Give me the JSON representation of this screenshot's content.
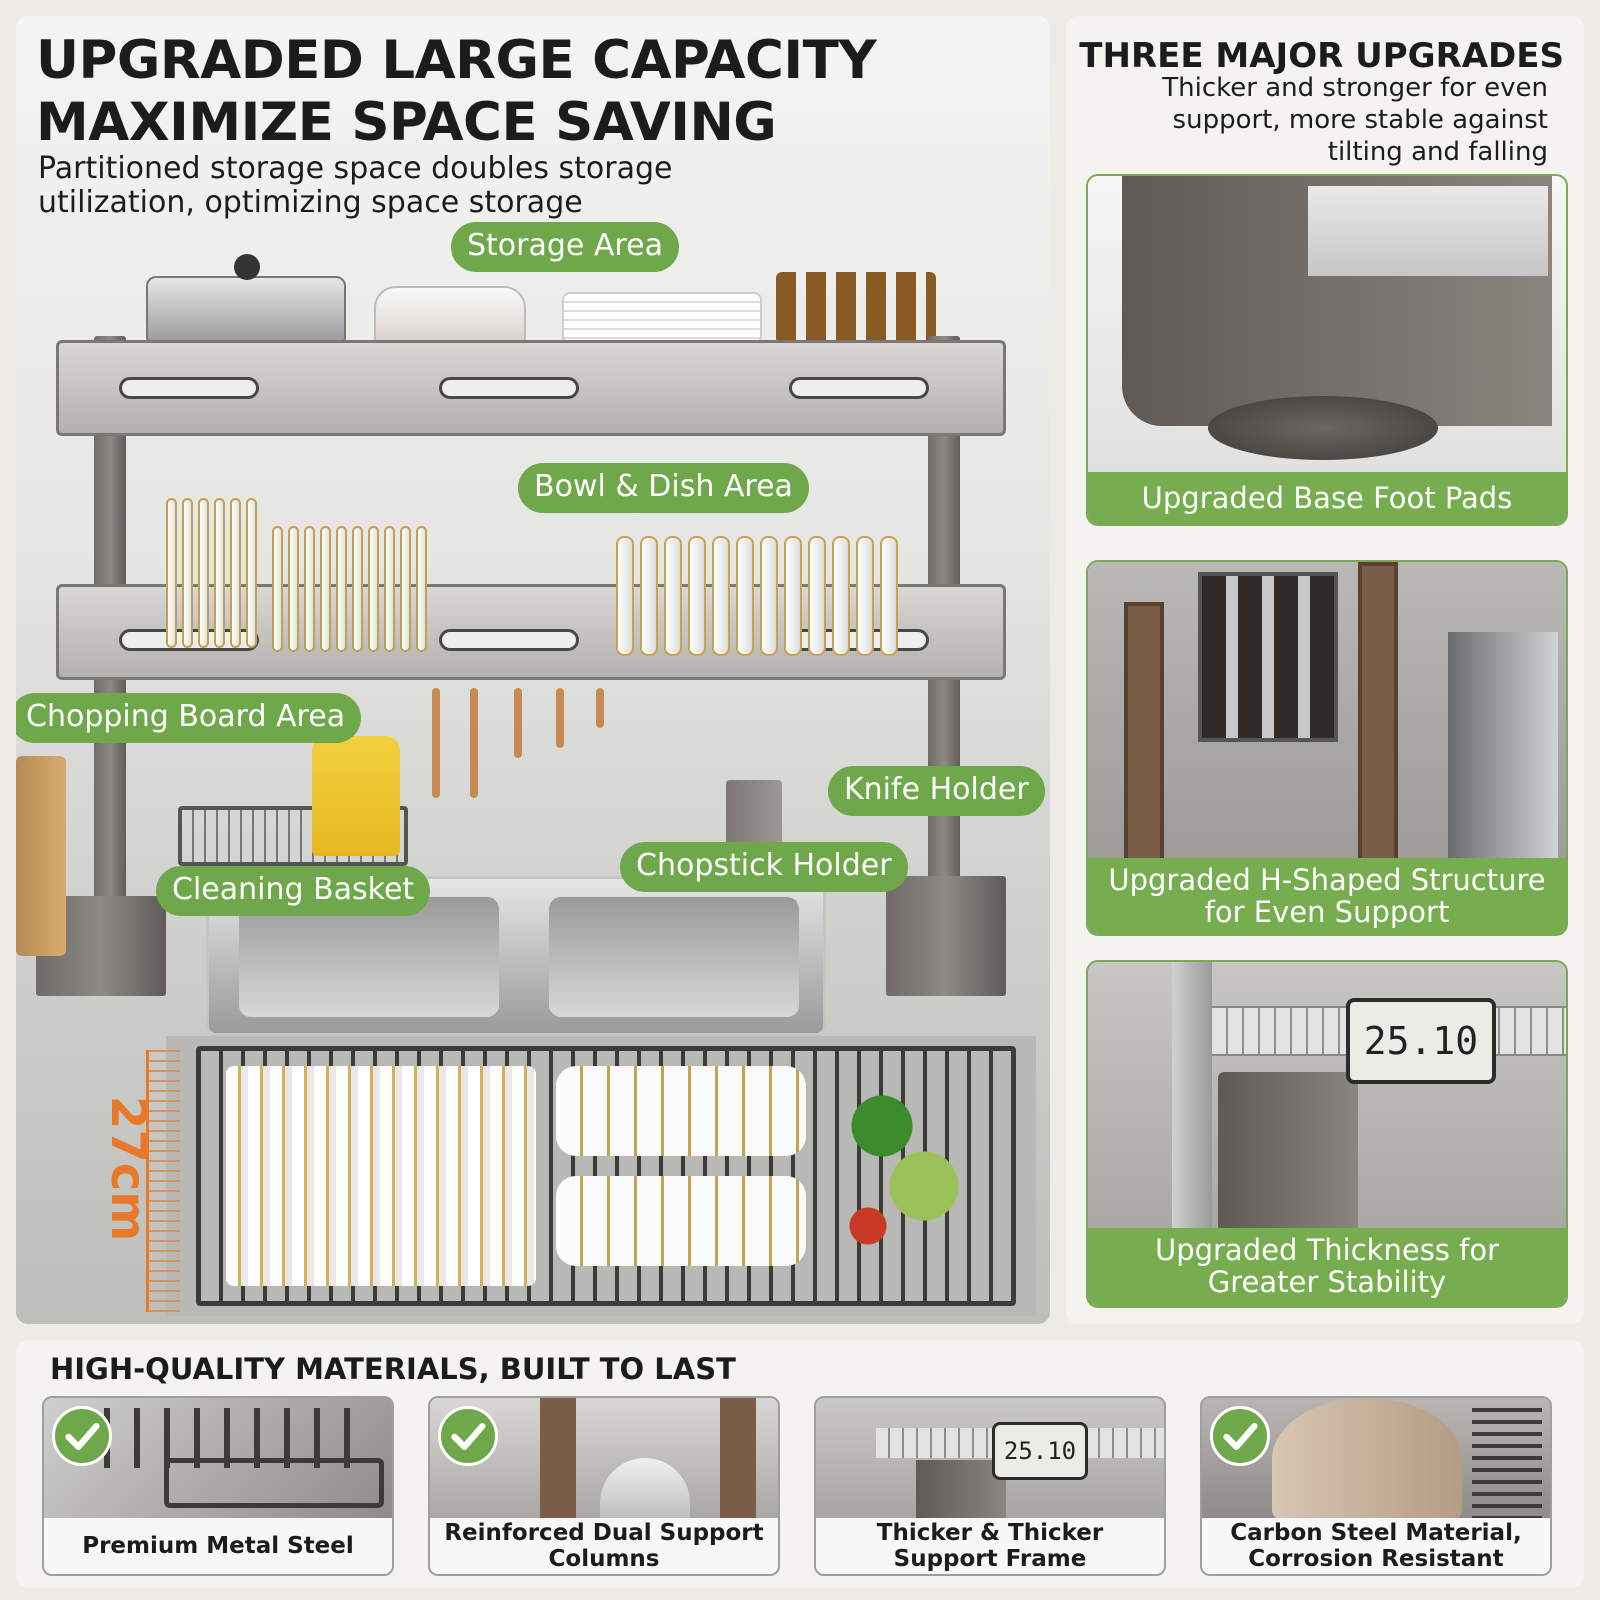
{
  "main": {
    "headline_line1": "UPGRADED LARGE CAPACITY",
    "headline_line2": "MAXIMIZE SPACE SAVING",
    "subhead_line1": "Partitioned storage space doubles storage",
    "subhead_line2": "utilization, optimizing space storage",
    "labels": {
      "storage_area": "Storage Area",
      "bowl_dish_area": "Bowl & Dish Area",
      "chopping_board_area": "Chopping Board Area",
      "knife_holder": "Knife Holder",
      "chopstick_holder": "Chopstick Holder",
      "cleaning_basket": "Cleaning Basket"
    },
    "measure": "27cm"
  },
  "upgrades": {
    "title": "THREE MAJOR UPGRADES",
    "desc_line1": "Thicker and stronger for even",
    "desc_line2": "support, more stable against",
    "desc_line3": "tilting and falling",
    "cards": [
      {
        "caption_line1": "Upgraded Base Foot Pads",
        "caption_line2": ""
      },
      {
        "caption_line1": "Upgraded H-Shaped Structure",
        "caption_line2": "for Even Support"
      },
      {
        "caption_line1": "Upgraded Thickness for",
        "caption_line2": "Greater Stability",
        "display": "25.10"
      }
    ]
  },
  "materials": {
    "title": "HIGH-QUALITY MATERIALS, BUILT TO LAST",
    "cards": [
      {
        "caption_line1": "Premium Metal Steel",
        "caption_line2": ""
      },
      {
        "caption_line1": "Reinforced Dual Support",
        "caption_line2": "Columns"
      },
      {
        "caption_line1": "Thicker & Thicker",
        "caption_line2": "Support Frame",
        "display": "25.10"
      },
      {
        "caption_line1": "Carbon Steel Material,",
        "caption_line2": "Corrosion Resistant"
      }
    ]
  },
  "colors": {
    "accent_green": "#6ea84a",
    "measure_orange": "#e8782a",
    "text_dark": "#1c1c1c"
  },
  "icons": [
    "check-icon"
  ]
}
